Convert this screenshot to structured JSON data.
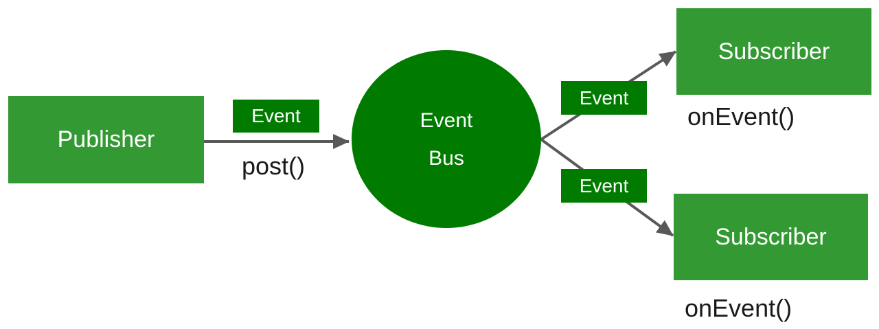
{
  "colors": {
    "node_green": "#339933",
    "bus_green": "#007B00",
    "badge_green": "#007B00",
    "arrow_gray": "#595959",
    "node_text": "#ffffff",
    "code_text": "#1a1a1a"
  },
  "diagram": {
    "publisher": {
      "label": "Publisher",
      "method": "post()"
    },
    "event_bus": {
      "line1": "Event",
      "line2": "Bus"
    },
    "badges": [
      "Event",
      "Event",
      "Event"
    ],
    "subscribers": [
      {
        "label": "Subscriber",
        "method": "onEvent()"
      },
      {
        "label": "Subscriber",
        "method": "onEvent()"
      }
    ]
  }
}
